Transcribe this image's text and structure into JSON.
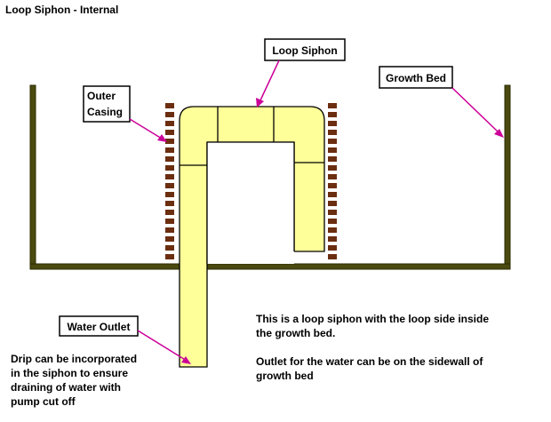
{
  "title": "Loop Siphon - Internal",
  "labels": {
    "loop_siphon": "Loop Siphon",
    "outer_casing_line1": "Outer",
    "outer_casing_line2": "Casing",
    "growth_bed": "Growth Bed",
    "water_outlet": "Water Outlet"
  },
  "notes": {
    "drip": [
      "Drip can be incorporated",
      "in the siphon to ensure",
      "draining of water with",
      "pump cut off"
    ],
    "description": [
      "This is a loop siphon with the loop side inside",
      "the growth bed.",
      "",
      "Outlet for the water can be on the sidewall of",
      "growth bed"
    ]
  },
  "colors": {
    "bed_fill": "#4a4a10",
    "bed_stroke": "#2a2a00",
    "pipe_fill": "#ffff99",
    "pipe_stroke": "#000000",
    "casing_brick": "#6b2e10",
    "arrow": "#cc0099"
  }
}
